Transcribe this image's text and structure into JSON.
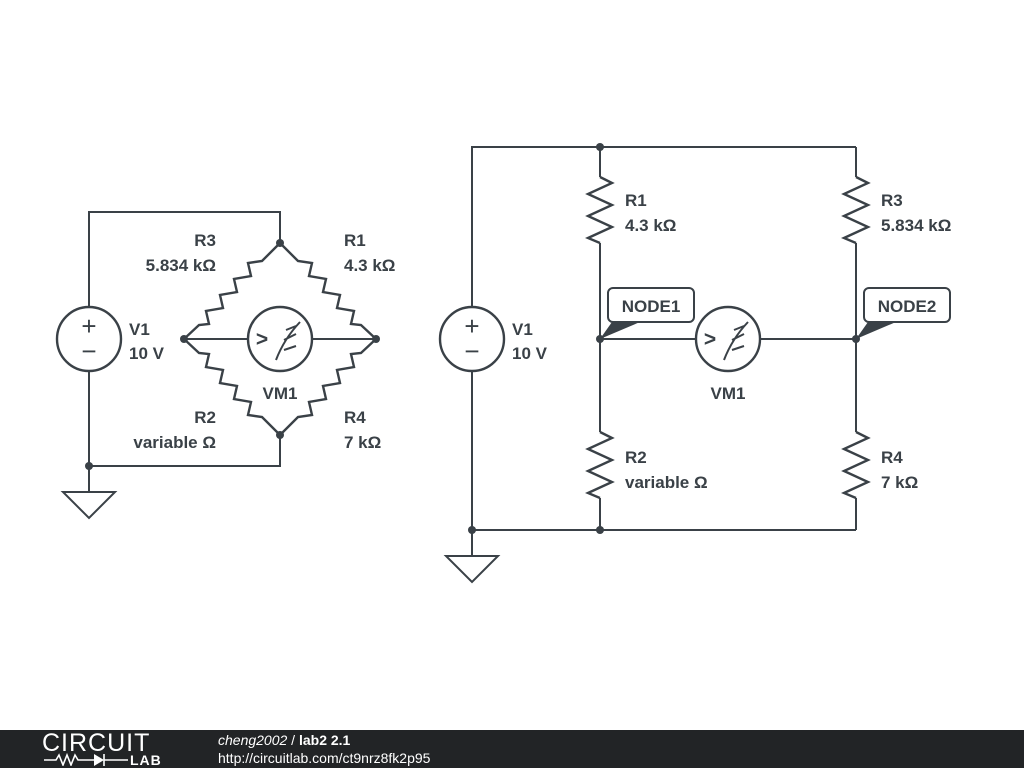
{
  "left_circuit": {
    "v1_name": "V1",
    "v1_value": "10 V",
    "r3_name": "R3",
    "r3_value": "5.834 kΩ",
    "r1_name": "R1",
    "r1_value": "4.3 kΩ",
    "r2_name": "R2",
    "r2_value": "variable Ω",
    "r4_name": "R4",
    "r4_value": "7 kΩ",
    "vm1_name": "VM1"
  },
  "right_circuit": {
    "v1_name": "V1",
    "v1_value": "10 V",
    "r1_name": "R1",
    "r1_value": "4.3 kΩ",
    "r3_name": "R3",
    "r3_value": "5.834 kΩ",
    "r2_name": "R2",
    "r2_value": "variable Ω",
    "r4_name": "R4",
    "r4_value": "7 kΩ",
    "vm1_name": "VM1",
    "node1_label": "NODE1",
    "node2_label": "NODE2"
  },
  "meter_symbol": ">",
  "source_plus": "+",
  "source_minus": "−",
  "footer": {
    "logo_top": "CIRCUIT",
    "logo_bottom": "LAB",
    "author": "cheng2002",
    "separator": " / ",
    "title": "lab2 2.1",
    "url": "http://circuitlab.com/ct9nrz8fk2p95"
  },
  "colors": {
    "ink": "#3a4147",
    "footer_bg": "#222426",
    "background": "#ffffff"
  }
}
